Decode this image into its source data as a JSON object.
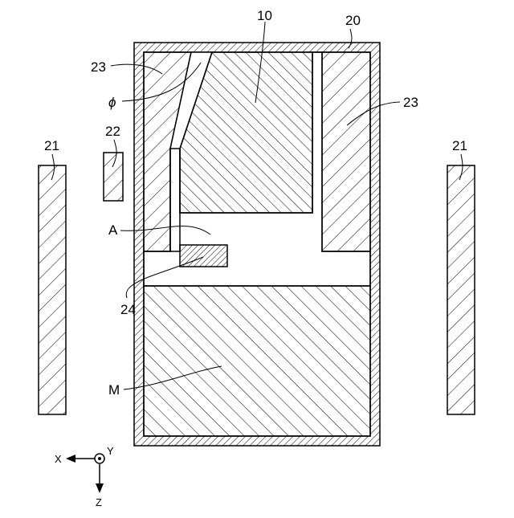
{
  "figure": {
    "labels": {
      "housing": "20",
      "sample": "10",
      "side_magnets": "21",
      "sensor": "22",
      "inner_wall_left": "23",
      "inner_wall_right": "23",
      "phi": "ϕ",
      "gap": "A",
      "element": "24",
      "lower_block": "M"
    },
    "axes": {
      "x": "X",
      "y": "Y",
      "z": "Z"
    },
    "colors": {
      "line": "#000000",
      "hatch": "#000000",
      "background": "#ffffff"
    }
  }
}
